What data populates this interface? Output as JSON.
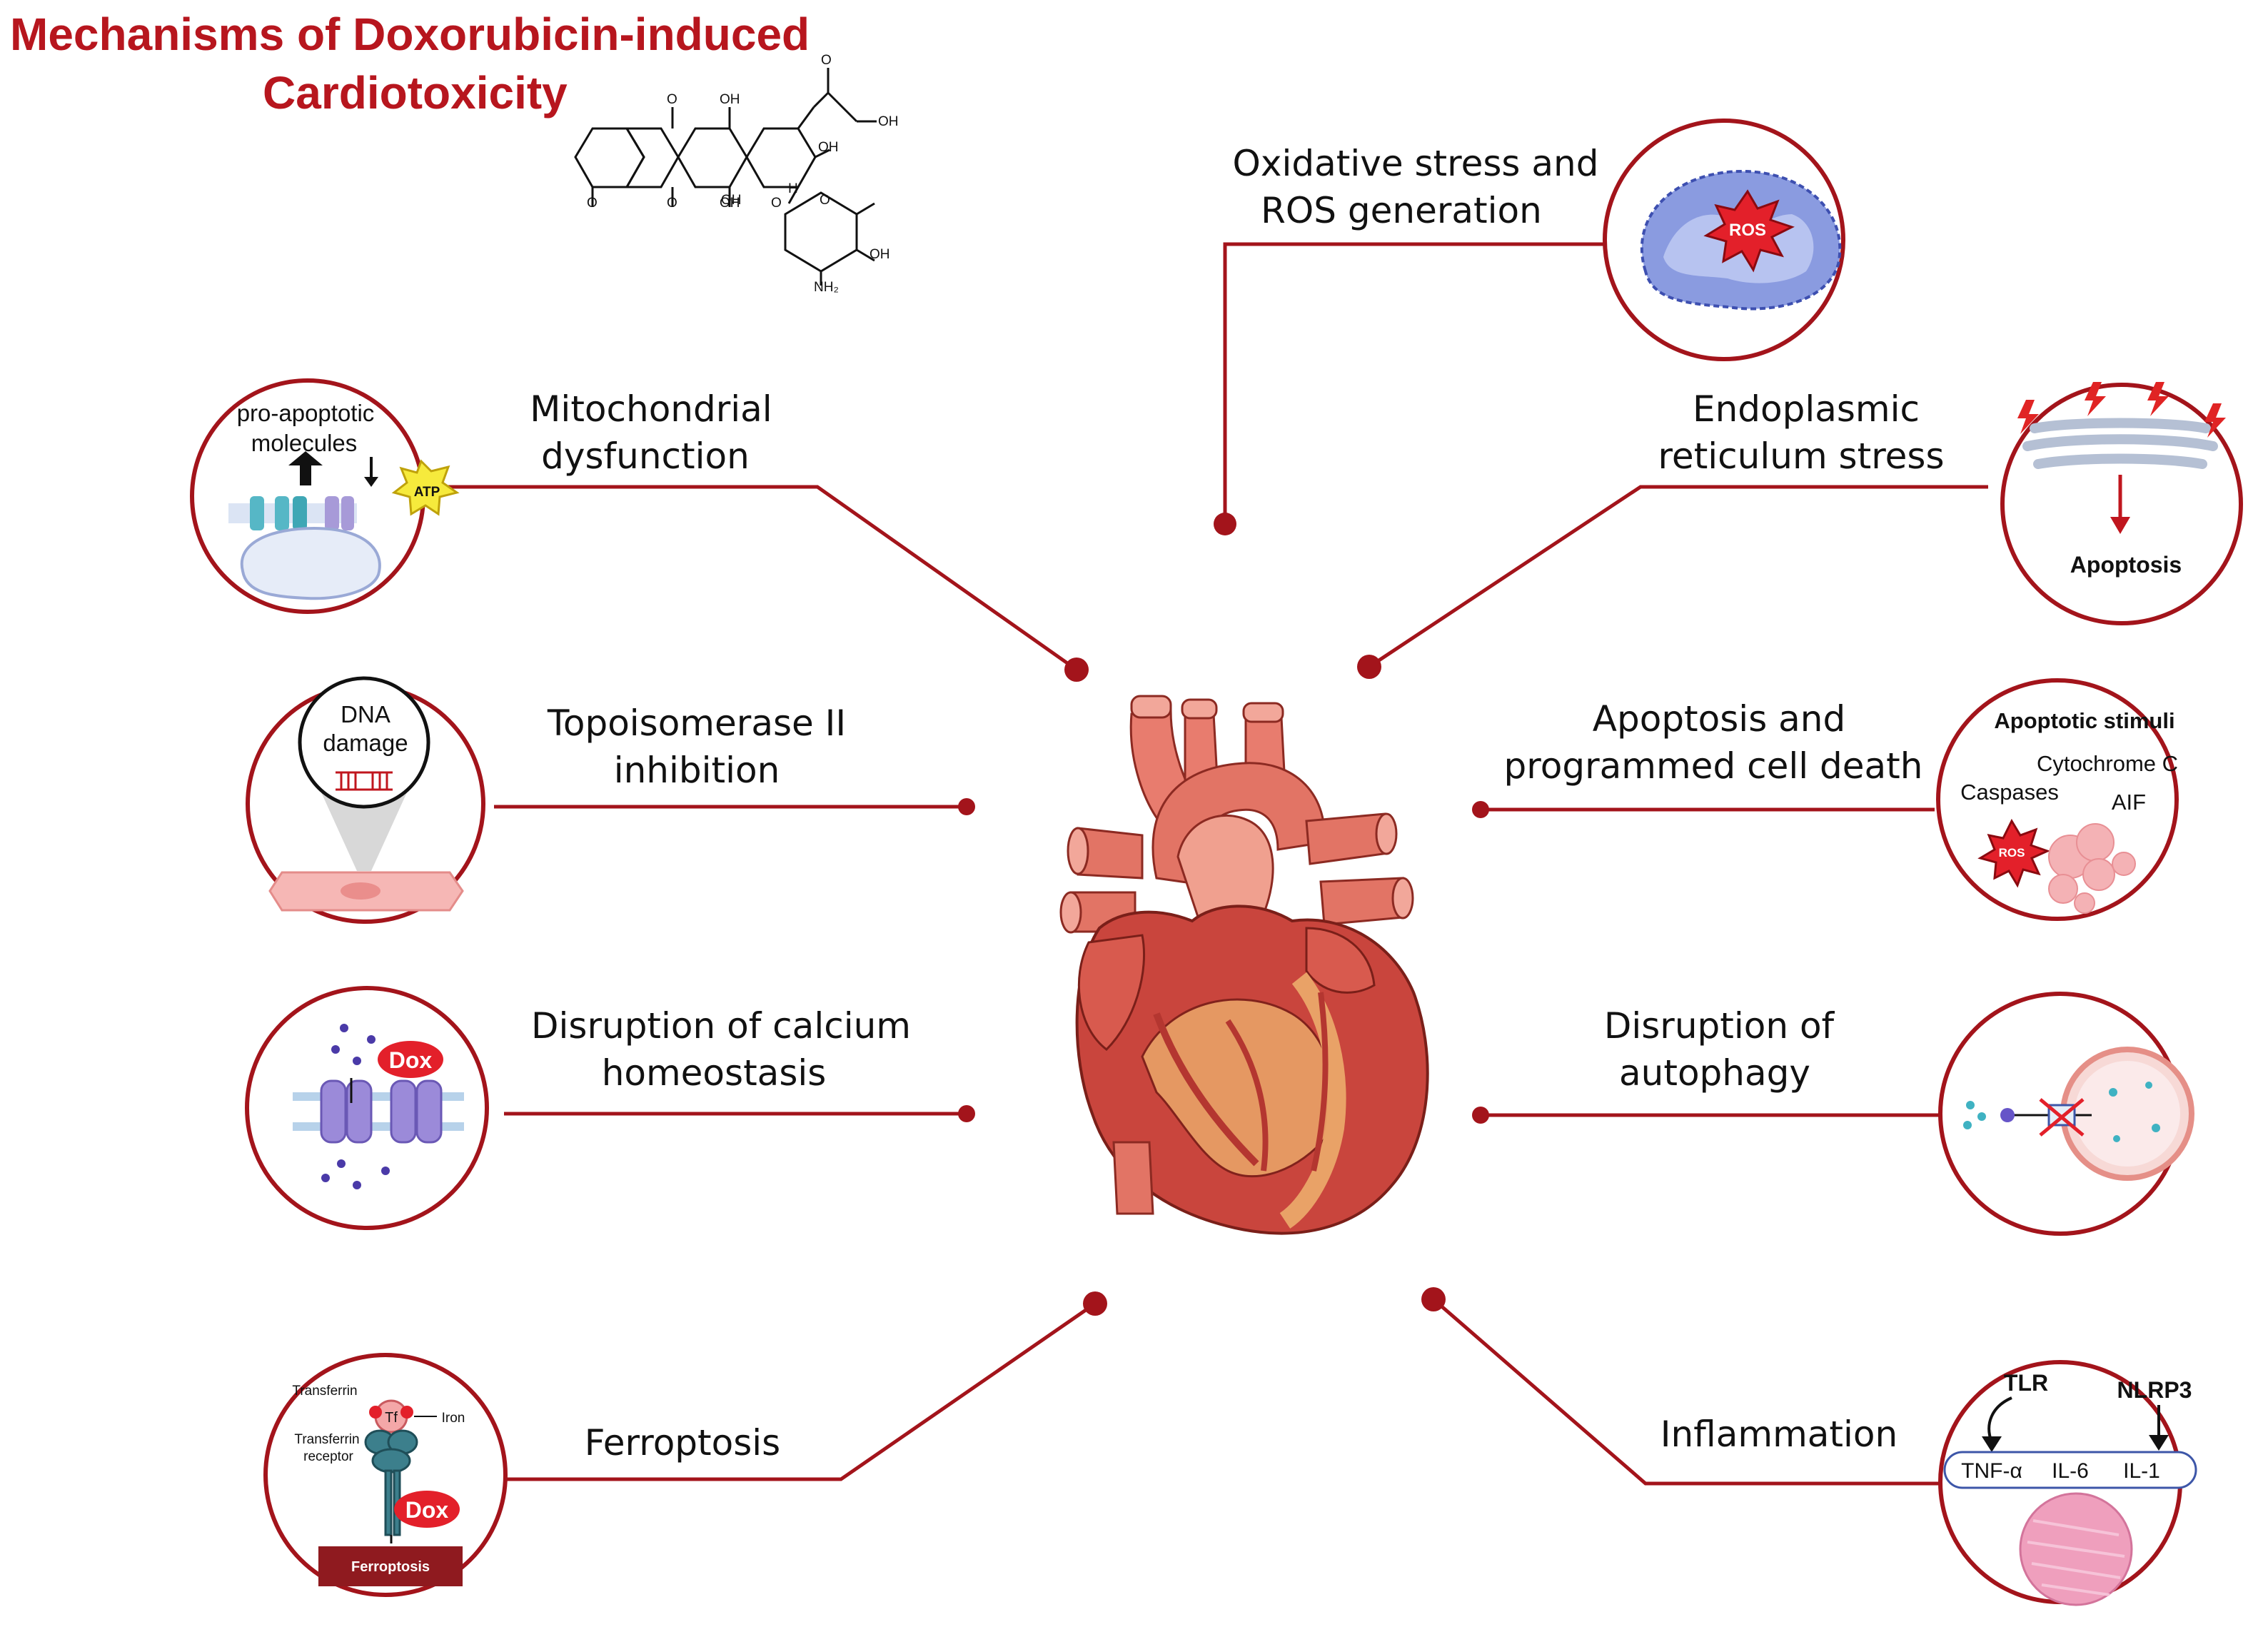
{
  "title": {
    "line1": "Mechanisms of Doxorubicin-induced",
    "line2": "Cardiotoxicity"
  },
  "molecule": {
    "labels": [
      "O",
      "OH",
      "O",
      "OH",
      "OH",
      "OH",
      "O",
      "O",
      "OH",
      "O",
      "H",
      "O",
      "OH",
      "NH₂"
    ]
  },
  "colors": {
    "accent": "#b7161e",
    "circle_border": "#a3141b",
    "line": "#a3141b"
  },
  "mechanisms": {
    "oxidative": {
      "label1": "Oxidative stress and",
      "label2": "ROS generation",
      "ros": "ROS"
    },
    "mitochondrial": {
      "label1": "Mitochondrial",
      "label2": "dysfunction",
      "text1": "pro-apoptotic",
      "text2": "molecules",
      "atp": "ATP"
    },
    "er": {
      "label1": "Endoplasmic",
      "label2": "reticulum stress",
      "apoptosis": "Apoptosis"
    },
    "topo": {
      "label1": "Topoisomerase II",
      "label2": "inhibition",
      "dna1": "DNA",
      "dna2": "damage"
    },
    "apoptosis": {
      "label1": "Apoptosis and",
      "label2": "programmed cell death",
      "stimuli": "Apoptotic stimuli",
      "cytc": "Cytochrome C",
      "caspases": "Caspases",
      "aif": "AIF",
      "ros": "ROS"
    },
    "calcium": {
      "label1": "Disruption of calcium",
      "label2": "homeostasis",
      "dox": "Dox"
    },
    "autophagy": {
      "label1": "Disruption of",
      "label2": "autophagy"
    },
    "ferroptosis": {
      "label": "Ferroptosis",
      "transferrin": "Transferrin",
      "tf": "Tf",
      "iron": "Iron",
      "receptor1": "Transferrin",
      "receptor2": "receptor",
      "dox": "Dox",
      "box": "Ferroptosis"
    },
    "inflammation": {
      "label": "Inflammation",
      "tlr": "TLR",
      "nlrp3": "NLRP3",
      "tnf": "TNF-α",
      "il6": "IL-6",
      "il1": "IL-1"
    }
  }
}
